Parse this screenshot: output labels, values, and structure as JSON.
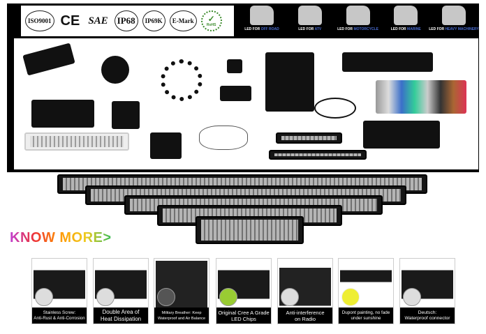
{
  "certifications": [
    "ISO9001",
    "CE",
    "SAE",
    "IP68",
    "IP69K",
    "E-Mark",
    "RoHS"
  ],
  "vehicles": [
    {
      "prefix": "LED FOR",
      "name": "OFF ROAD"
    },
    {
      "prefix": "LED FOR",
      "name": "ATV"
    },
    {
      "prefix": "LED FOR",
      "name": "MOTORCYCLE"
    },
    {
      "prefix": "LED FOR",
      "name": "MARINE"
    },
    {
      "prefix": "LED FOR",
      "name": "HEAVY MACHINERY"
    }
  ],
  "accent_colors": {
    "vehicle_label": "#4b6fd6",
    "rohs": "#3a8a2a"
  },
  "know_more": "KNOW MORE>",
  "features": [
    {
      "line1": "Stainless Screw:",
      "line2": "Anti-Rust & Anti-Corrosion"
    },
    {
      "line1": "Double Area of",
      "line2": "Heat Dissipation"
    },
    {
      "line1": "Military Breather: Keep",
      "line2": "Waterproof and Air Balance"
    },
    {
      "line1": "Original Cree A Grade",
      "line2": "LED Chips"
    },
    {
      "line1": "Anti-interference",
      "line2": "on Radio"
    },
    {
      "line1": "Dupont painting, no fade",
      "line2": "under sunshine"
    },
    {
      "line1": "Deutsch:",
      "line2": "Waterproof connector"
    }
  ]
}
